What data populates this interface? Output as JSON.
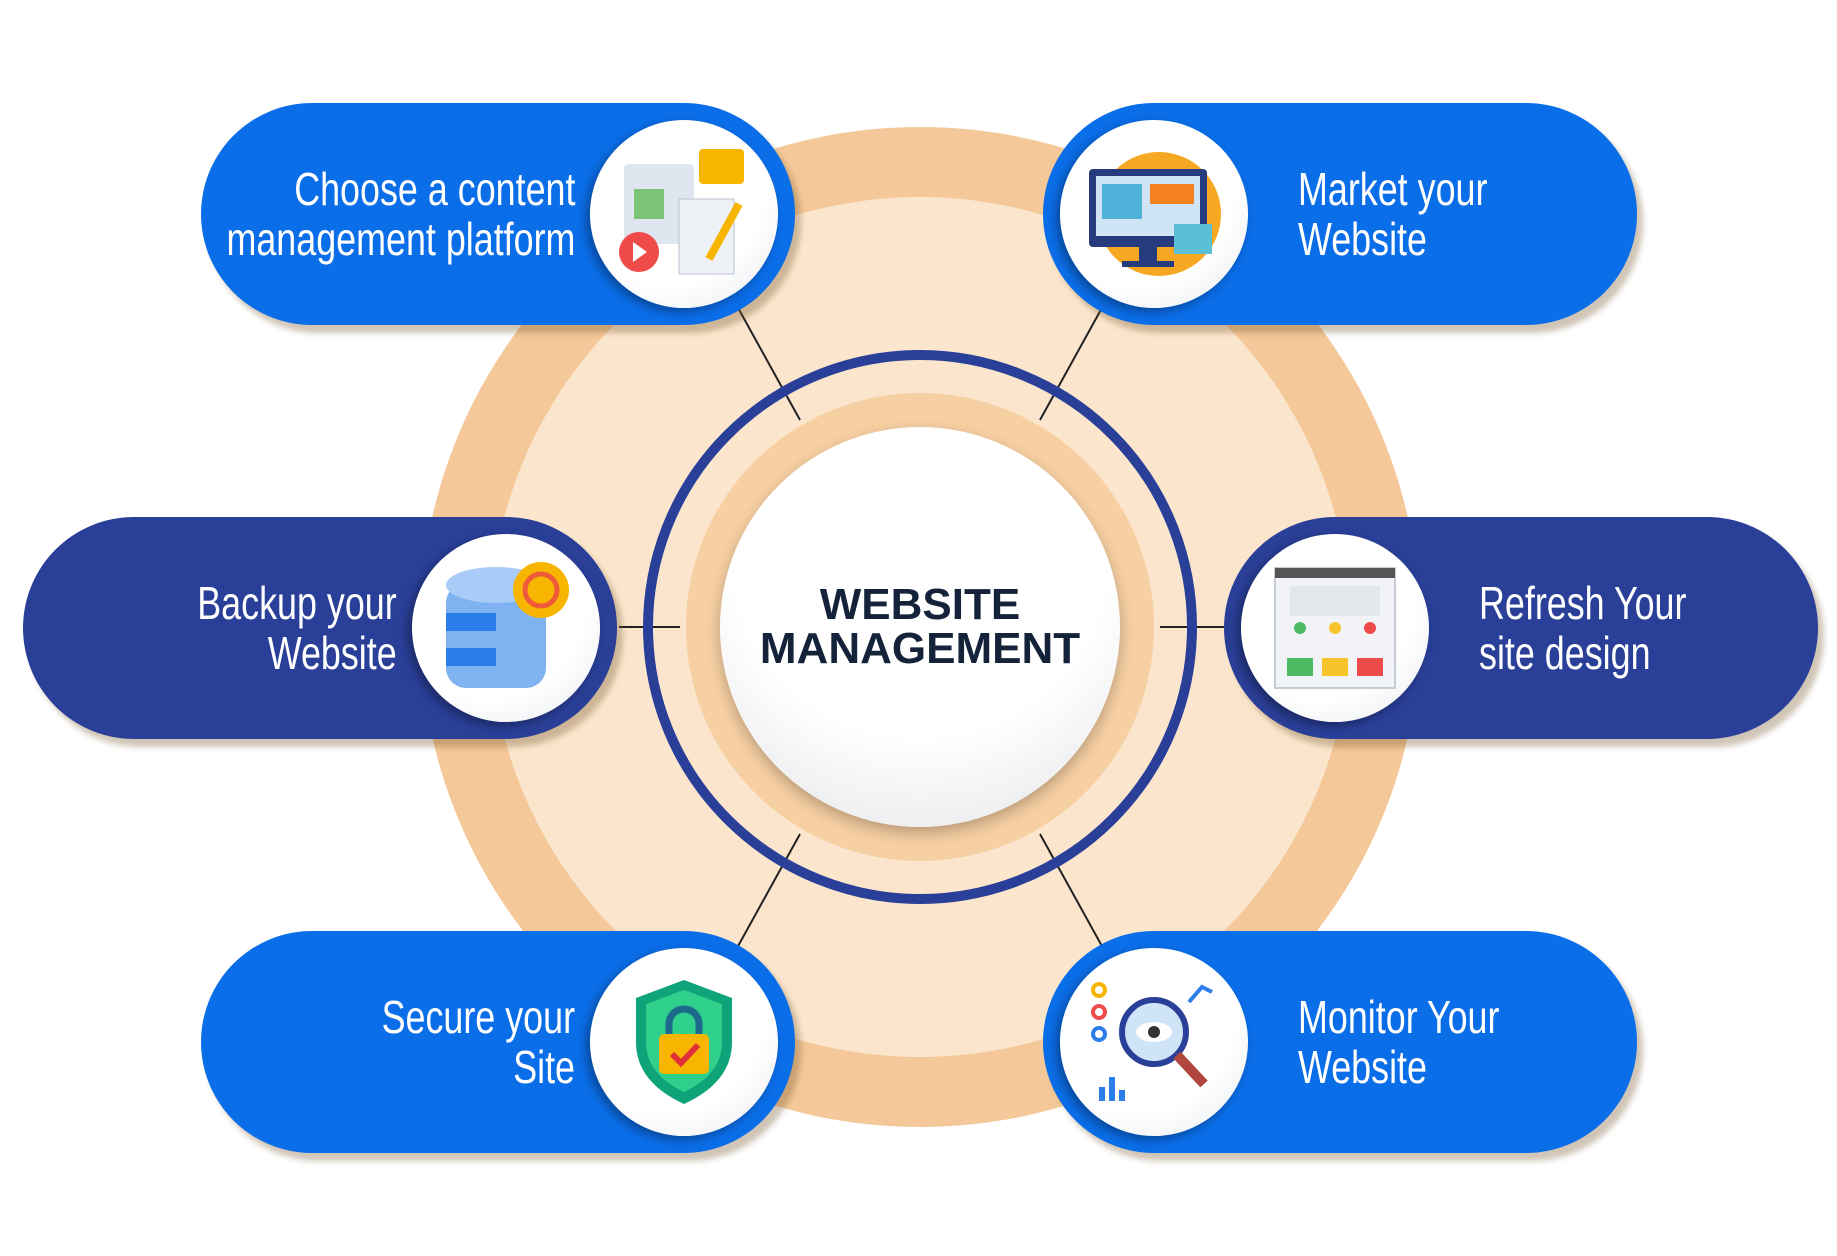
{
  "center": {
    "line1": "WEBSITE",
    "line2": "MANAGEMENT"
  },
  "steps": [
    {
      "lines": [
        "Choose a content",
        "management platform"
      ],
      "icon": "cms-content-icon"
    },
    {
      "lines": [
        "Market your",
        "Website"
      ],
      "icon": "monitor-marketing-icon"
    },
    {
      "lines": [
        "Backup your",
        "Website"
      ],
      "icon": "database-backup-icon"
    },
    {
      "lines": [
        "Refresh Your",
        "site design"
      ],
      "icon": "web-layout-icon"
    },
    {
      "lines": [
        "Secure your",
        "Site"
      ],
      "icon": "security-shield-icon"
    },
    {
      "lines": [
        "Monitor Your",
        "Website"
      ],
      "icon": "analytics-magnifier-icon"
    }
  ],
  "colors": {
    "blue": "#0b6ee9",
    "navy": "#2a3f98",
    "beige": "#f4c898",
    "light_beige": "#fbe6cd",
    "ring": "#2a3f98"
  }
}
